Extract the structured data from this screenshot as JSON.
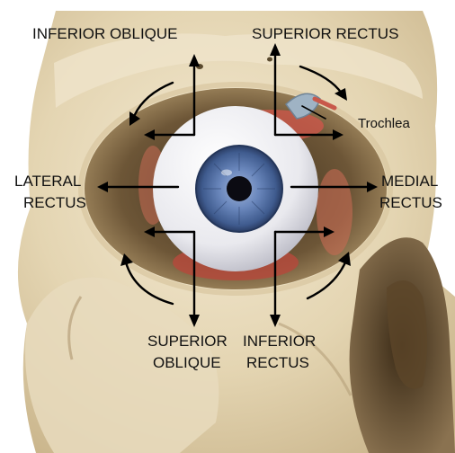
{
  "labels": {
    "inferior_oblique": "INFERIOR OBLIQUE",
    "superior_rectus": "SUPERIOR RECTUS",
    "trochlea": "Trochlea",
    "lateral_rectus_1": "LATERAL",
    "lateral_rectus_2": "RECTUS",
    "medial_rectus_1": "MEDIAL",
    "medial_rectus_2": "RECTUS",
    "superior_oblique_1": "SUPERIOR",
    "superior_oblique_2": "OBLIQUE",
    "inferior_rectus_1": "INFERIOR",
    "inferior_rectus_2": "RECTUS"
  },
  "colors": {
    "bone_light": "#efe3c8",
    "bone_mid": "#dccca6",
    "bone_shadow": "#b9a47c",
    "orbit_dark": "#6b5534",
    "sclera": "#f5f5f5",
    "iris": "#4c6a9c",
    "pupil": "#0b0b12",
    "muscle": "#c8584a",
    "arrow": "#000000"
  }
}
